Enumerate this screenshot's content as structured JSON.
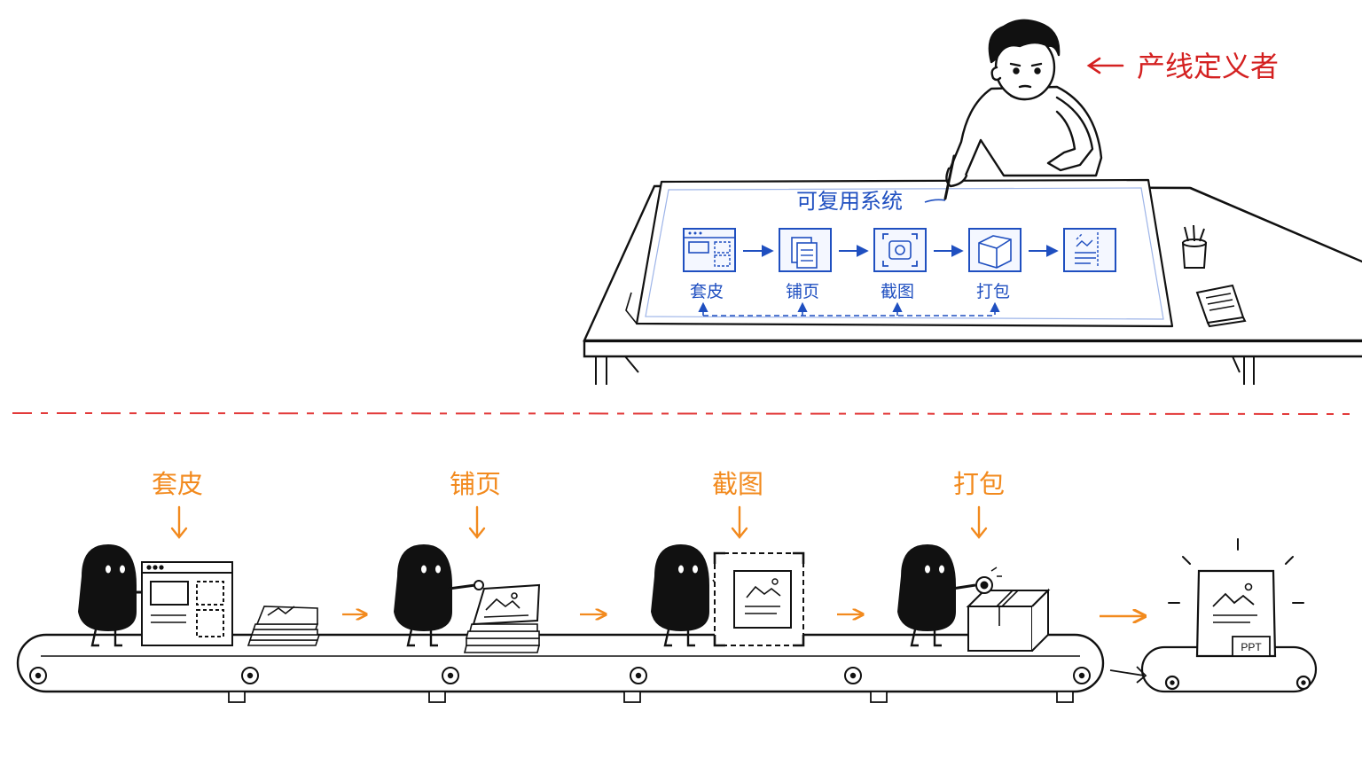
{
  "top": {
    "role_label": "产线定义者",
    "board_title": "可复用系统",
    "steps": [
      {
        "label": "套皮",
        "icon": "template-window-icon"
      },
      {
        "label": "铺页",
        "icon": "stacked-pages-icon"
      },
      {
        "label": "截图",
        "icon": "screenshot-frame-icon"
      },
      {
        "label": "打包",
        "icon": "package-box-icon"
      },
      {
        "label": "",
        "icon": "output-slide-icon"
      }
    ]
  },
  "bottom": {
    "stations": [
      {
        "label": "套皮"
      },
      {
        "label": "铺页"
      },
      {
        "label": "截图"
      },
      {
        "label": "打包"
      }
    ],
    "output_tag": "PPT"
  },
  "colors": {
    "ink": "#111111",
    "blue": "#1f4fc0",
    "orange": "#f28a1e",
    "red": "#d42121"
  }
}
